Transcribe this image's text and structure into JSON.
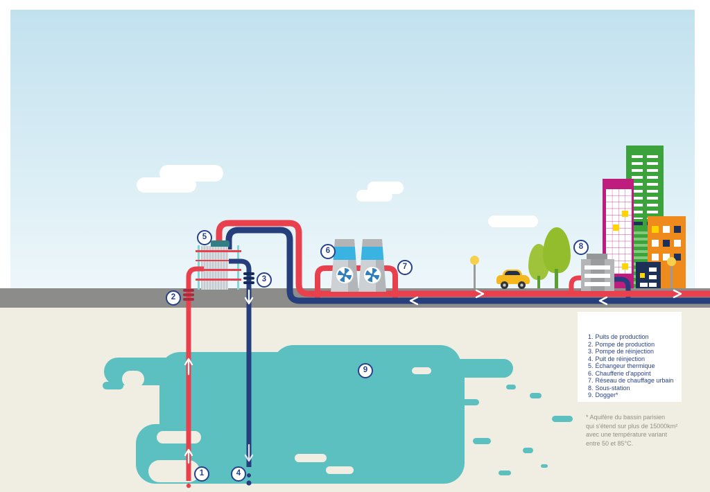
{
  "diagram_subject": "Réseau de géothermie / chauffage urbain",
  "legend": {
    "items": [
      {
        "num": "1.",
        "label": "Puits de production"
      },
      {
        "num": "2.",
        "label": "Pompe de production"
      },
      {
        "num": "3.",
        "label": "Pompe de réinjection"
      },
      {
        "num": "4.",
        "label": "Puit de réinjection"
      },
      {
        "num": "5.",
        "label": "Échangeur thermique"
      },
      {
        "num": "6.",
        "label": "Chaufferie d'appoint"
      },
      {
        "num": "7.",
        "label": "Réseau de chauffage urbain"
      },
      {
        "num": "8.",
        "label": "Sous-station"
      },
      {
        "num": "9.",
        "label": "Dogger*"
      }
    ]
  },
  "markers": [
    "1",
    "2",
    "3",
    "4",
    "5",
    "6",
    "7",
    "8",
    "9"
  ],
  "footnote": {
    "lines": [
      "* Aquifère du bassin parisien",
      "qui s'étend sur plus de 15000km²",
      "avec une température variant",
      "entre 50 et 85°C."
    ]
  },
  "icons": {
    "flow-arrow-right": "❯",
    "flow-arrow-left": "❮",
    "flow-arrow-up": "↑",
    "flow-arrow-down": "↓",
    "fan": "✣"
  },
  "colors": {
    "hot_pipe": "#e8414d",
    "cold_pipe": "#263e7c",
    "aquifer_teal": "#5cc0c1",
    "road_grey": "#8c8c8b",
    "underground_cream": "#f0eee3",
    "sky_blue": "#c2e1ef",
    "marker_navy": "#27418a",
    "footnote_grey": "#8f9086",
    "building_green": "#3ca23c",
    "building_magenta": "#bf1d7d",
    "building_orange": "#ef8b1d",
    "building_navy": "#1d3158",
    "tower_cyan": "#38b3e2",
    "car_yellow": "#f4b71d"
  }
}
